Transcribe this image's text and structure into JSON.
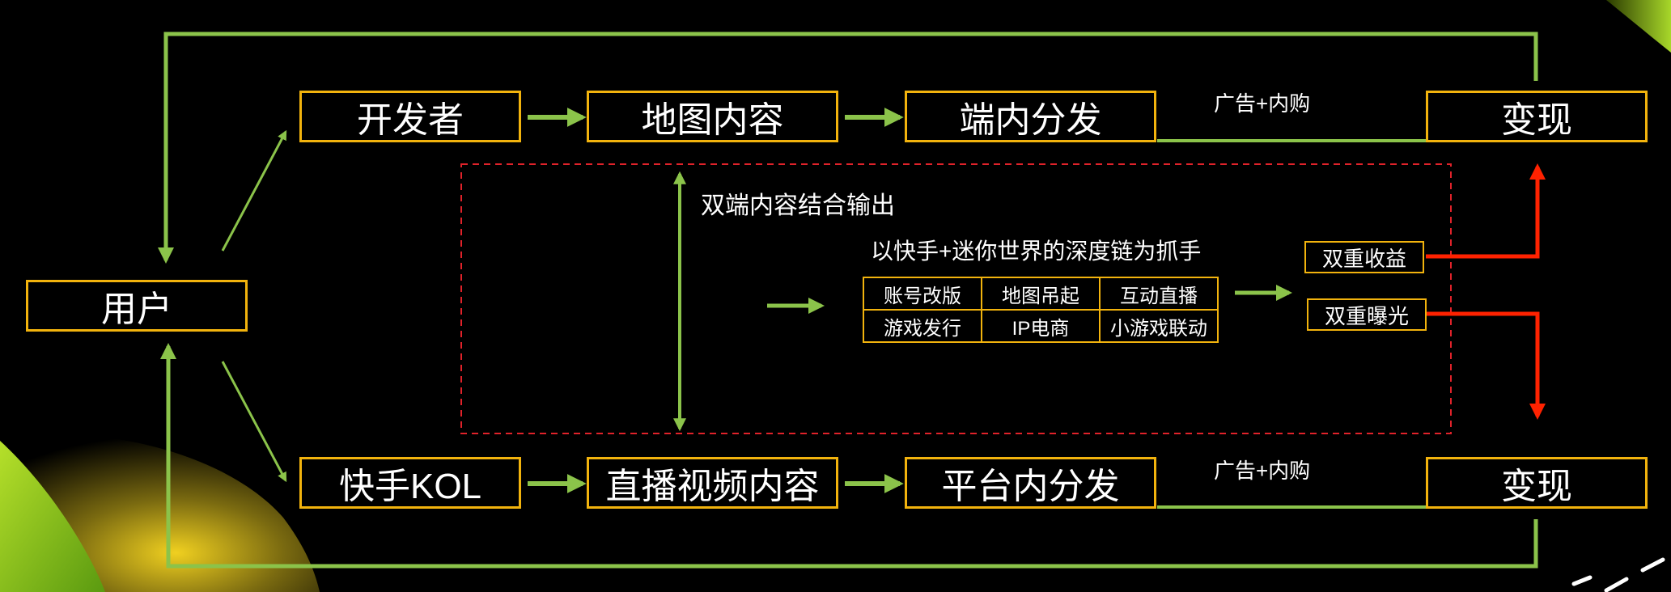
{
  "colors": {
    "background": "#000000",
    "box_border": "#f2b30d",
    "arrow_green": "#8bc34a",
    "arrow_red": "#ff2200",
    "dashed_border": "#e0222a"
  },
  "nodes": {
    "user": "用户",
    "developer": "开发者",
    "map_content": "地图内容",
    "in_app_dist": "端内分发",
    "monetize_top": "变现",
    "kol": "快手KOL",
    "live_video": "直播视频内容",
    "platform_dist": "平台内分发",
    "monetize_bottom": "变现"
  },
  "labels": {
    "ads_top": "广告+内购",
    "ads_bottom": "广告+内购",
    "dual_output": "双端内容结合输出",
    "grip_title": "以快手+迷你世界的深度链为抓手"
  },
  "grid": [
    [
      "账号改版",
      "地图吊起",
      "互动直播"
    ],
    [
      "游戏发行",
      "IP电商",
      "小游戏联动"
    ]
  ],
  "benefits": {
    "revenue": "双重收益",
    "exposure": "双重曝光"
  }
}
